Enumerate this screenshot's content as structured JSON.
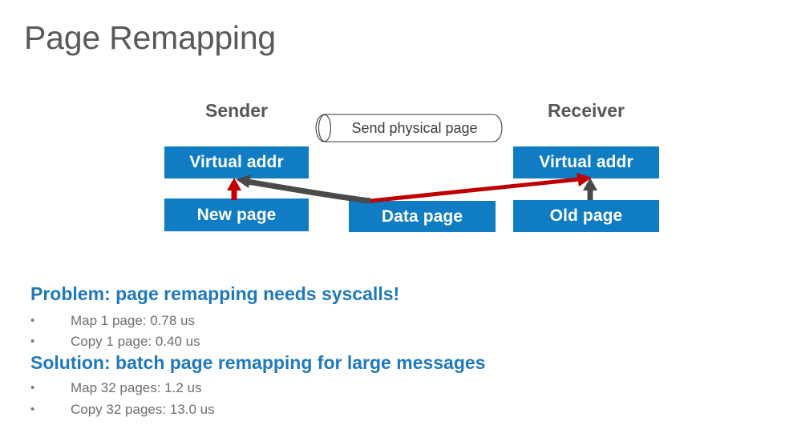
{
  "slide": {
    "title": "Page Remapping"
  },
  "diagram": {
    "sender_label": "Sender",
    "receiver_label": "Receiver",
    "message_label": "Send physical page",
    "boxes": [
      {
        "id": "va-left",
        "label": "Virtual addr"
      },
      {
        "id": "new-page",
        "label": "New page"
      },
      {
        "id": "data-page",
        "label": "Data page"
      },
      {
        "id": "va-right",
        "label": "Virtual addr"
      },
      {
        "id": "old-page",
        "label": "Old page"
      }
    ],
    "arrows": [
      {
        "id": "new-page-to-va-left",
        "color": "#c00000",
        "from": "New page",
        "to": "Virtual addr (left)"
      },
      {
        "id": "data-page-to-va-left",
        "color": "#4a4a4a",
        "from": "Data page",
        "to": "Virtual addr (left)"
      },
      {
        "id": "data-page-to-va-right",
        "color": "#c00000",
        "from": "Data page",
        "to": "Virtual addr (right)"
      },
      {
        "id": "old-page-to-va-right",
        "color": "#4a4a4a",
        "from": "Old page",
        "to": "Virtual addr (right)"
      }
    ]
  },
  "content": {
    "problem": {
      "heading": "Problem: page remapping needs syscalls!",
      "bullet_char": "•",
      "items": [
        "Map 1 page: 0.78 us",
        "Copy 1 page: 0.40 us"
      ]
    },
    "solution": {
      "heading": "Solution: batch page remapping for large messages",
      "bullet_char": "•",
      "items": [
        "Map 32 pages: 1.2 us",
        "Copy 32 pages: 13.0 us"
      ]
    }
  },
  "colors": {
    "box_blue": "#0f7cc4",
    "heading_blue": "#1f79be",
    "title_gray": "#595959",
    "label_gray": "#575757",
    "body_gray": "#6f6f6f",
    "arrow_red": "#c00000",
    "arrow_gray": "#4a4a4a"
  }
}
